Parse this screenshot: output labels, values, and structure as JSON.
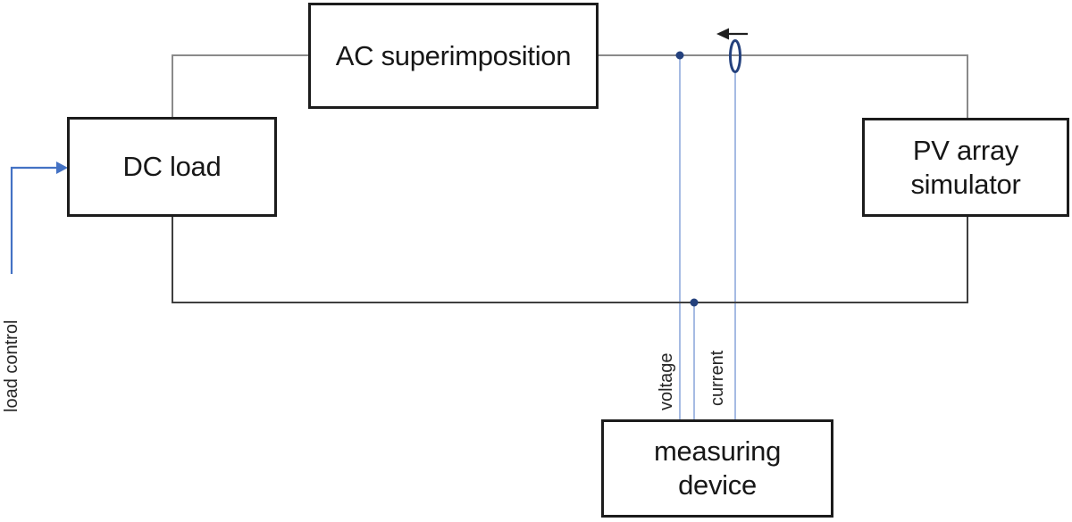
{
  "diagram": {
    "boxes": {
      "ac_superimposition": {
        "label": "AC superimposition"
      },
      "dc_load": {
        "label": "DC load"
      },
      "pv_array_simulator": {
        "line1": "PV array",
        "line2": "simulator"
      },
      "measuring_device": {
        "line1": "measuring",
        "line2": "device"
      }
    },
    "wire_labels": {
      "load_control": "load control",
      "voltage": "voltage",
      "current": "current"
    },
    "icons": {
      "current_transformer": "current-transformer-ellipse",
      "current_direction": "left-arrow",
      "load_control_arrow": "right-arrow"
    }
  },
  "colors": {
    "box_border": "#1c1c1c",
    "text": "#171717",
    "wire_top": "#8a8a8a",
    "wire_bottom": "#3f3f3f",
    "sense_blue": "#8faadc",
    "node_navy": "#24417d",
    "control_blue": "#4472c4",
    "arrow_black": "#1f1f1f"
  }
}
